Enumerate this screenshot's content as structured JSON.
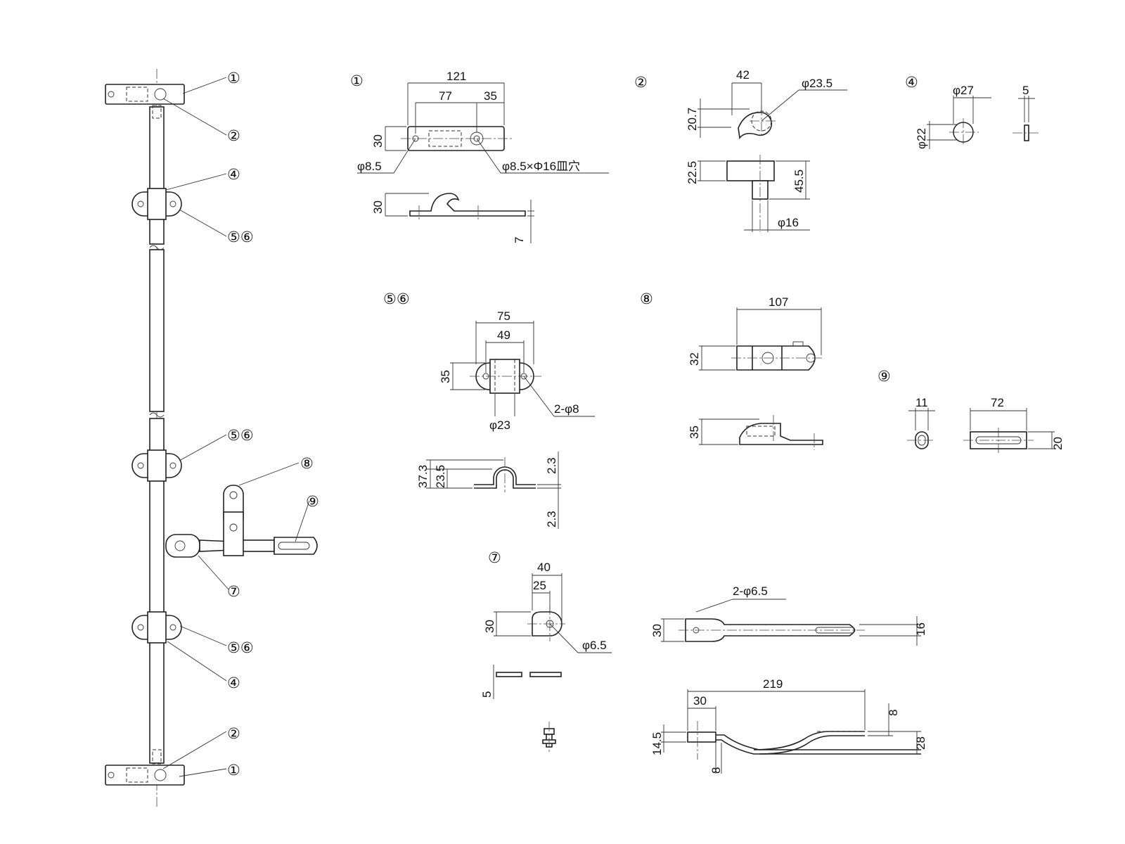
{
  "assembly_callouts": [
    "①",
    "②",
    "④",
    "⑤⑥",
    "⑤⑥",
    "⑧",
    "⑨",
    "⑦",
    "⑤⑥",
    "④",
    "②",
    "①"
  ],
  "part1": {
    "label": "①",
    "dims": [
      "121",
      "77",
      "35",
      "30",
      "30",
      "7"
    ],
    "hole_small": "φ8.5",
    "hole_countersunk": "φ8.5×Φ16皿穴"
  },
  "part2": {
    "label": "②",
    "dims": [
      "42",
      "20.7",
      "22.5",
      "45.5"
    ],
    "diameters": [
      "φ23.5",
      "φ16"
    ]
  },
  "part4": {
    "label": "④",
    "dims": [
      "5"
    ],
    "diameters": [
      "φ27",
      "φ22"
    ]
  },
  "part56": {
    "label": "⑤⑥",
    "dims": [
      "75",
      "49",
      "35",
      "37.3",
      "23.5",
      "2.3",
      "2.3"
    ],
    "diameter": "φ23",
    "holes": "2-φ8"
  },
  "part8": {
    "label": "⑧",
    "dims": [
      "107",
      "32",
      "35"
    ]
  },
  "part9": {
    "label": "⑨",
    "dims": [
      "11",
      "72",
      "20"
    ]
  },
  "part7": {
    "label": "⑦",
    "dims": [
      "40",
      "25",
      "30",
      "5"
    ],
    "diameter": "φ6.5"
  },
  "part7_handle": {
    "holes": "2-φ6.5",
    "dims": [
      "30",
      "16",
      "219",
      "30",
      "8",
      "14.5",
      "28",
      "8"
    ]
  }
}
